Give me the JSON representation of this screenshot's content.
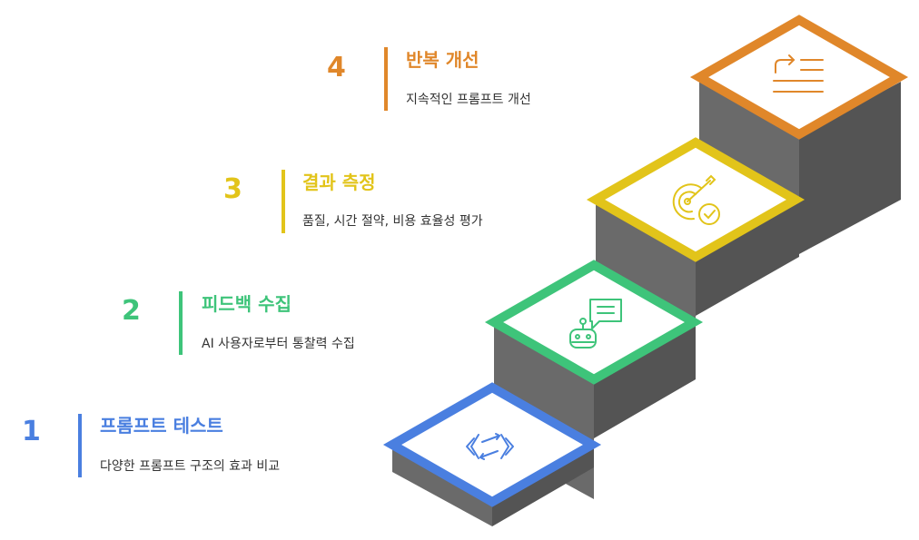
{
  "colors": {
    "blue": "#4a7fe0",
    "green": "#3ec47a",
    "yellow": "#e2c41a",
    "orange": "#e0872a",
    "stair_front": "#6a6a6a",
    "stair_side": "#545454",
    "top_face": "#ffffff"
  },
  "steps": [
    {
      "number": "1",
      "title": "프롬프트 테스트",
      "description": "다양한 프롬프트 구조의 효과 비교",
      "color": "#4a7fe0",
      "icon": "code-arrows-icon"
    },
    {
      "number": "2",
      "title": "피드백 수집",
      "description": "AI 사용자로부터 통찰력 수집",
      "color": "#3ec47a",
      "icon": "robot-chat-icon"
    },
    {
      "number": "3",
      "title": "결과 측정",
      "description": "품질, 시간 절약, 비용 효율성 평가",
      "color": "#e2c41a",
      "icon": "target-check-icon"
    },
    {
      "number": "4",
      "title": "반복 개선",
      "description": "지속적인 프롬프트 개선",
      "color": "#e0872a",
      "icon": "redo-list-icon"
    }
  ]
}
